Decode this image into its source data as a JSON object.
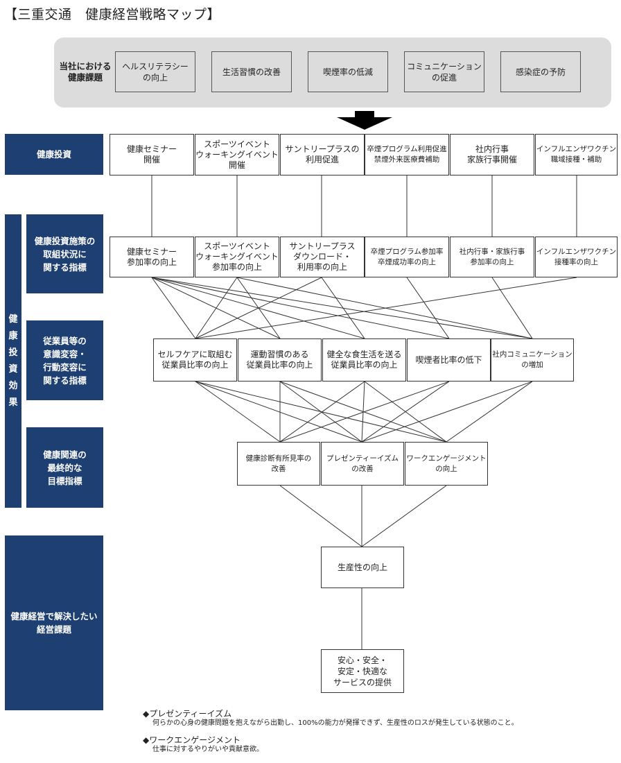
{
  "title": "【三重交通　健康経営戦略マップ】",
  "issues": {
    "label": "当社における\n健康課題",
    "items": [
      "ヘルスリテラシー\nの向上",
      "生活習慣の改善",
      "喫煙率の低減",
      "コミュニケーション\nの促進",
      "感染症の予防"
    ]
  },
  "row_labels": {
    "investment": "健康投資",
    "effect_vertical": [
      "健",
      "康",
      "投",
      "資",
      "効",
      "果"
    ],
    "measures": "健康投資施策の\n取組状況に\n関する指標",
    "awareness": "従業員等の\n意識変容・\n行動変容に\n関する指標",
    "final": "健康関連の\n最終的な\n目標指標",
    "management": "健康経営で解決したい\n経営課題"
  },
  "investment_boxes": [
    "健康セミナー\n開催",
    "スポーツイベント\nウォーキングイベント\n開催",
    "サントリープラスの\n利用促進",
    "卒煙プログラム利用促進\n禁煙外来医療費補助",
    "社内行事\n家族行事開催",
    "インフルエンザワクチン\n職域接種・補助"
  ],
  "measure_boxes": [
    "健康セミナー\n参加率の向上",
    "スポーツイベント\nウォーキングイベント\n参加率の向上",
    "サントリープラス\nダウンロード・\n利用率の向上",
    "卒煙プログラム参加率\n卒煙成功率の向上",
    "社内行事・家族行事\n参加率の向上",
    "インフルエンザワクチン\n接種率の向上"
  ],
  "awareness_boxes": [
    "セルフケアに取組む\n従業員比率の向上",
    "運動習慣のある\n従業員比率の向上",
    "健全な食生活を送る\n従業員比率の向上",
    "喫煙者比率の低下",
    "社内コミュニケーション\nの増加"
  ],
  "final_boxes": [
    "健康診断有所見率の\n改善",
    "プレゼンティーイズム\nの改善",
    "ワークエンゲージメント\nの向上"
  ],
  "productivity_box": "生産性の向上",
  "service_box": "安心・安全・\n安定・快適な\nサービスの提供",
  "notes": [
    {
      "term": "◆プレゼンティーイズム",
      "desc": "何らかの心身の健康問題を抱えながら出勤し、100%の能力が発揮できず、生産性のロスが発生している状態のこと。"
    },
    {
      "term": "◆ワークエンゲージメント",
      "desc": "仕事に対するやりがいや貢献意欲。"
    }
  ]
}
